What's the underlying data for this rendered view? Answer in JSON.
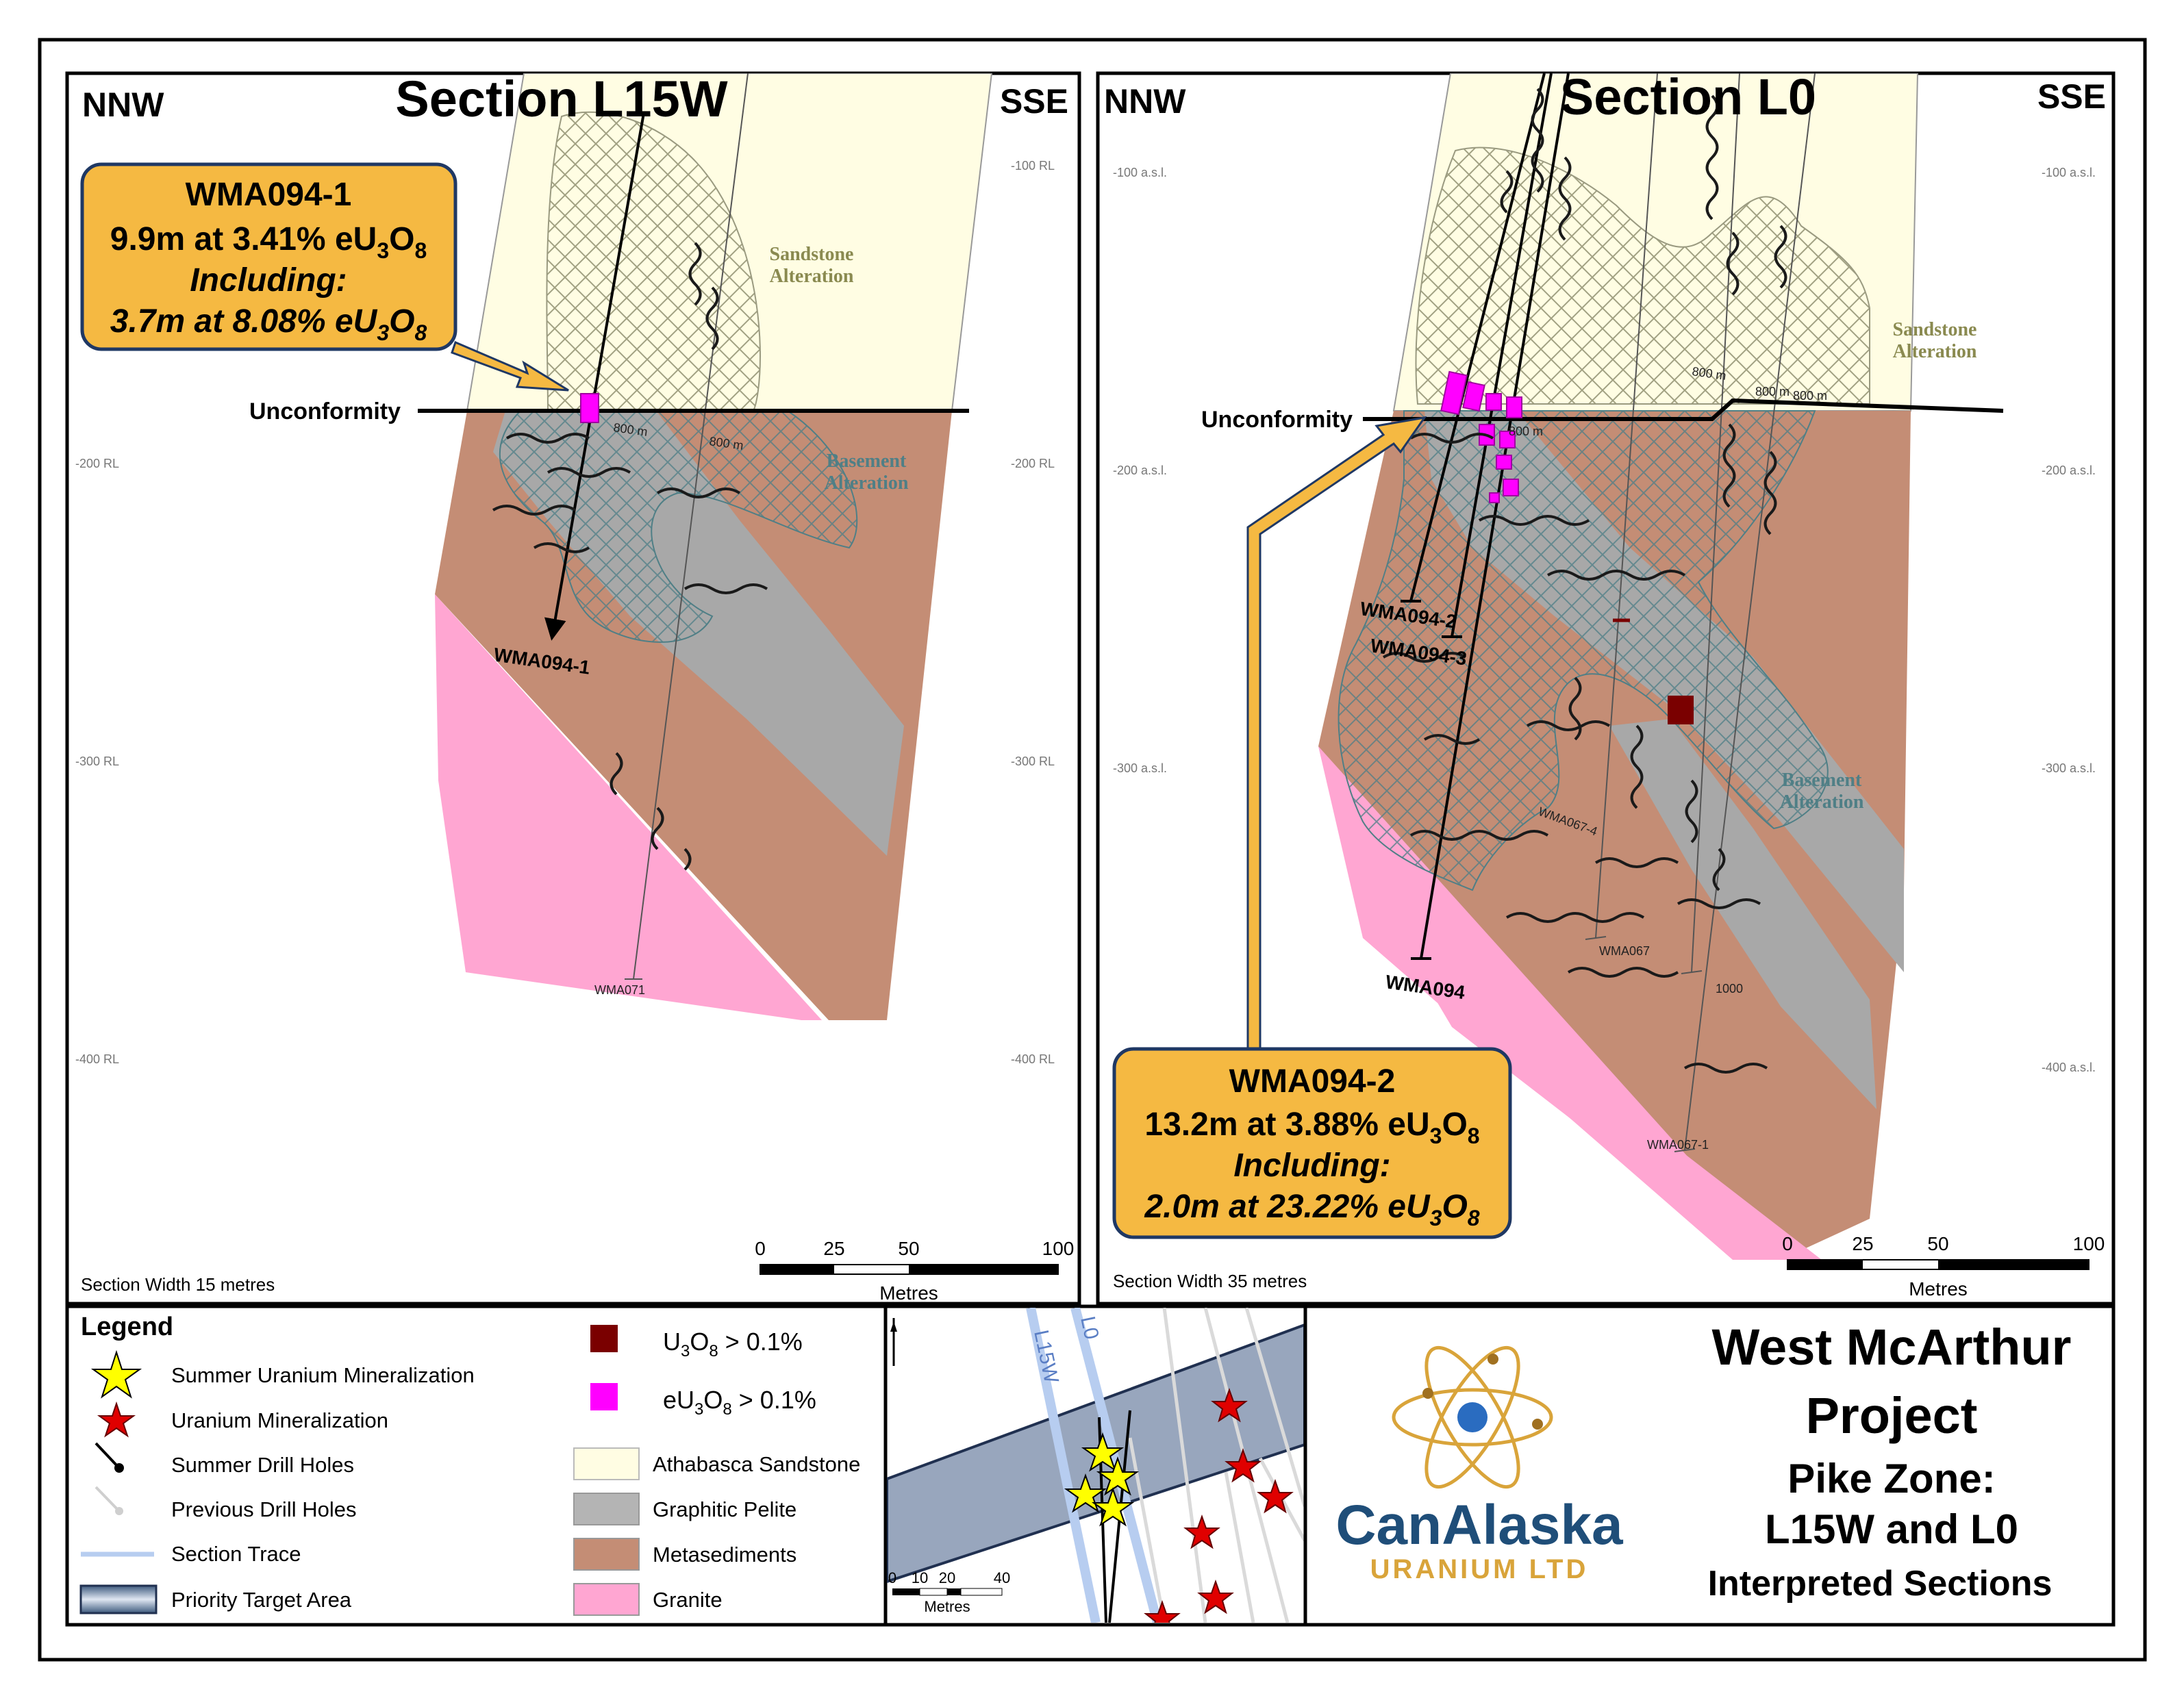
{
  "left_section": {
    "title": "Section L15W",
    "dir_left": "NNW",
    "dir_right": "SSE",
    "rl_labels": [
      "-100 RL",
      "-200 RL",
      "-300 RL",
      "-400 RL"
    ],
    "callout": {
      "hole": "WMA094-1",
      "line1_pre": "9.9m at 3.41% eU",
      "including": "Including:",
      "line2_pre": "3.7m at 8.08% eU"
    },
    "unconformity": "Unconformity",
    "sandstone_alteration": [
      "Sandstone",
      "Alteration"
    ],
    "basement_alteration": [
      "Basement",
      "Alteration"
    ],
    "hole_label": "WMA094-1",
    "old_hole_label": "WMA071",
    "depth_labels": [
      "800 m",
      "800 m"
    ],
    "section_width": "Section Width 15 metres",
    "scale": {
      "ticks": [
        "0",
        "25",
        "50",
        "100"
      ],
      "unit": "Metres"
    }
  },
  "right_section": {
    "title": "Section L0",
    "dir_left": "NNW",
    "dir_right": "SSE",
    "asl_labels": [
      "-100 a.s.l.",
      "-200 a.s.l.",
      "-300 a.s.l.",
      "-400 a.s.l."
    ],
    "callout": {
      "hole": "WMA094-2",
      "line1_pre": "13.2m at 3.88% eU",
      "including": "Including:",
      "line2_pre": "2.0m at 23.22% eU"
    },
    "unconformity": "Unconformity",
    "sandstone_alteration": [
      "Sandstone",
      "Alteration"
    ],
    "basement_alteration": [
      "Basement",
      "Alteration"
    ],
    "hole_labels": [
      "WMA094-2",
      "WMA094-3",
      "WMA094"
    ],
    "old_hole_labels": [
      "WMA067-4",
      "WMA067",
      "WMA067-1"
    ],
    "depth_labels": [
      "800 m",
      "800 m",
      "800 m",
      "800 m",
      "1000"
    ],
    "section_width": "Section Width 35 metres",
    "scale": {
      "ticks": [
        "0",
        "25",
        "50",
        "100"
      ],
      "unit": "Metres"
    }
  },
  "legend": {
    "title": "Legend",
    "items": [
      "Summer Uranium Mineralization",
      "Uranium Mineralization",
      "Summer Drill Holes",
      "Previous Drill Holes",
      "Section Trace",
      "Priority Target Area"
    ],
    "grade_items": [
      {
        "pre": "U",
        "mid": "O",
        "post": " > 0.1%",
        "color": "#7a0000"
      },
      {
        "pre": "eU",
        "mid": "O",
        "post": " > 0.1%",
        "color": "#ff00ff"
      }
    ],
    "lithology": [
      {
        "label": "Athabasca Sandstone",
        "color": "#fffde3"
      },
      {
        "label": "Graphitic Pelite",
        "color": "#b4b4b4"
      },
      {
        "label": "Metasediments",
        "color": "#c48d75"
      },
      {
        "label": "Granite",
        "color": "#ffa6d2"
      }
    ]
  },
  "inset_map": {
    "trace_labels": [
      "L15W",
      "L0"
    ],
    "scale_ticks": [
      "0",
      "10",
      "20",
      "40"
    ],
    "scale_unit": "Metres"
  },
  "title_block": {
    "lines": [
      "West McArthur",
      "Project",
      "Pike Zone:",
      "L15W and L0",
      "Interpreted Sections"
    ],
    "logo_name": "CanAlaska",
    "logo_sub": "URANIUM LTD"
  },
  "colors": {
    "sandstone": "#fffde3",
    "pelite": "#a8a8a8",
    "metasediments": "#c48d75",
    "granite": "#ffa6d2",
    "callout_fill": "#f5b942",
    "callout_border": "#1f3864",
    "eu3o8": "#ff00ff",
    "u3o8": "#7a0000",
    "brand_blue": "#1f4e79",
    "brand_gold": "#d9a43a"
  }
}
